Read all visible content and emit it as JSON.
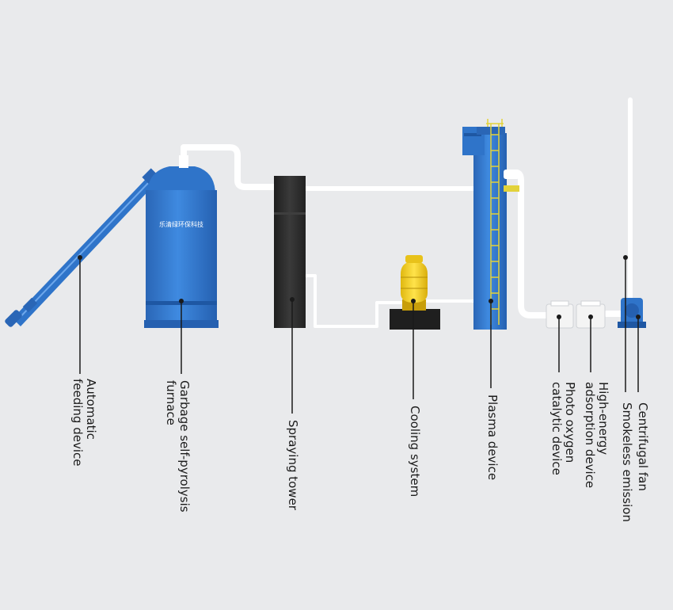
{
  "furnace_text": "乐清绿环保科技",
  "labels": {
    "feeding": [
      "Automatic",
      "feeding device"
    ],
    "furnace": [
      "Garbage  self-pyrolysis",
      "furnace"
    ],
    "spraying": [
      "Spraying tower"
    ],
    "cooling": [
      "Cooling system"
    ],
    "plasma": [
      "Plasma device"
    ],
    "photo": [
      "Photo oxygen",
      "catalytic device"
    ],
    "adsorption": [
      "High-energy",
      "adsorption device"
    ],
    "smokeless": [
      "Smokeless emission"
    ],
    "fan": [
      "Centrifugal fan"
    ]
  },
  "colors": {
    "equipment_blue": "#2f74c9",
    "pipe_white": "#ffffff",
    "tower_dark": "#2b2b2b",
    "cooling_yellow": "#f2cc1c",
    "ladder_yellow": "#e2d23a",
    "leader_line": "#1a1a1a"
  }
}
